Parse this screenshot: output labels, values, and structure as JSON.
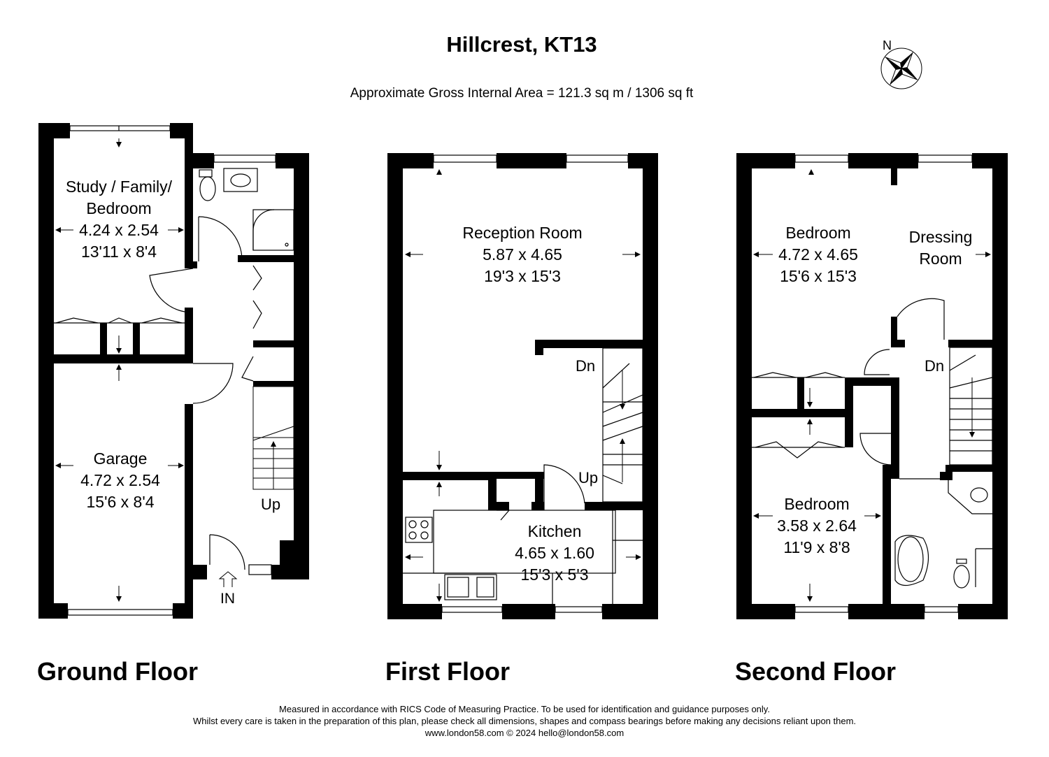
{
  "header": {
    "title": "Hillcrest, KT13",
    "area": "Approximate Gross Internal Area = 121.3 sq m / 1306 sq ft",
    "compass": "N"
  },
  "floors": {
    "ground": {
      "label": "Ground Floor",
      "study": {
        "name_line1": "Study / Family/",
        "name_line2": "Bedroom",
        "metric": "4.24 x 2.54",
        "imperial": "13'11 x 8'4"
      },
      "garage": {
        "name": "Garage",
        "metric": "4.72 x 2.54",
        "imperial": "15'6 x 8'4"
      },
      "stairs_label": "Up",
      "entrance_label": "IN"
    },
    "first": {
      "label": "First Floor",
      "reception": {
        "name": "Reception Room",
        "metric": "5.87 x 4.65",
        "imperial": "19'3 x 15'3"
      },
      "kitchen": {
        "name": "Kitchen",
        "metric": "4.65 x 1.60",
        "imperial": "15'3 x 5'3"
      },
      "stairs_down": "Dn",
      "stairs_up": "Up"
    },
    "second": {
      "label": "Second Floor",
      "bedroom1": {
        "name": "Bedroom",
        "metric": "4.72 x 4.65",
        "imperial": "15'6 x 15'3"
      },
      "dressing": {
        "name_line1": "Dressing",
        "name_line2": "Room"
      },
      "bedroom2": {
        "name": "Bedroom",
        "metric": "3.58 x 2.64",
        "imperial": "11'9 x 8'8"
      },
      "stairs_down": "Dn"
    }
  },
  "footer": {
    "line1": "Measured in accordance with RICS Code of Measuring Practice. To be used for identification and guidance purposes only.",
    "line2": "Whilst every care is taken in the preparation of this plan, please check all dimensions, shapes and compass bearings before making any decisions reliant upon them.",
    "line3": "www.london58.com © 2024 hello@london58.com"
  }
}
